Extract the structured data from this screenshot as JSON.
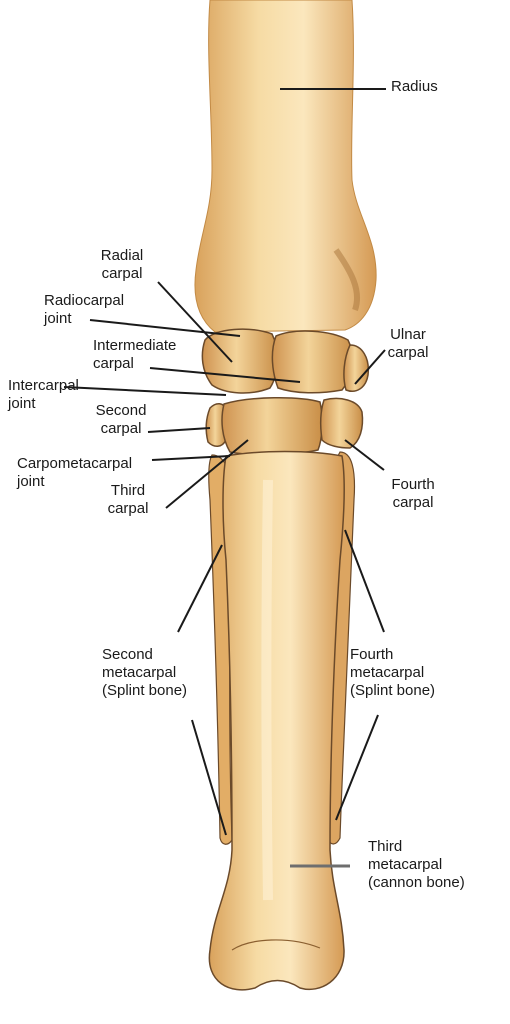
{
  "labels": {
    "radius": [
      "Radius"
    ],
    "radial_carpal": [
      "Radial",
      "carpal"
    ],
    "radiocarpal_joint": [
      "Radiocarpal",
      "joint"
    ],
    "intermediate_carpal": [
      "Intermediate",
      "carpal"
    ],
    "ulnar_carpal": [
      "Ulnar",
      "carpal"
    ],
    "intercarpal_joint": [
      "Intercarpal",
      "joint"
    ],
    "second_carpal": [
      "Second",
      "carpal"
    ],
    "carpometacarpal_joint": [
      "Carpometacarpal",
      "joint"
    ],
    "third_carpal": [
      "Third",
      "carpal"
    ],
    "fourth_carpal": [
      "Fourth",
      "carpal"
    ],
    "second_metacarpal": [
      "Second",
      "metacarpal",
      "(Splint bone)"
    ],
    "fourth_metacarpal": [
      "Fourth",
      "metacarpal",
      "(Splint bone)"
    ],
    "third_metacarpal": [
      "Third",
      "metacarpal",
      "(cannon bone)"
    ]
  },
  "colors": {
    "bone_light": "#f6dba4",
    "bone_mid": "#e8b86f",
    "bone_dark": "#c98e47",
    "outline": "#6b4a2a",
    "leader": "#1a1a1a"
  }
}
